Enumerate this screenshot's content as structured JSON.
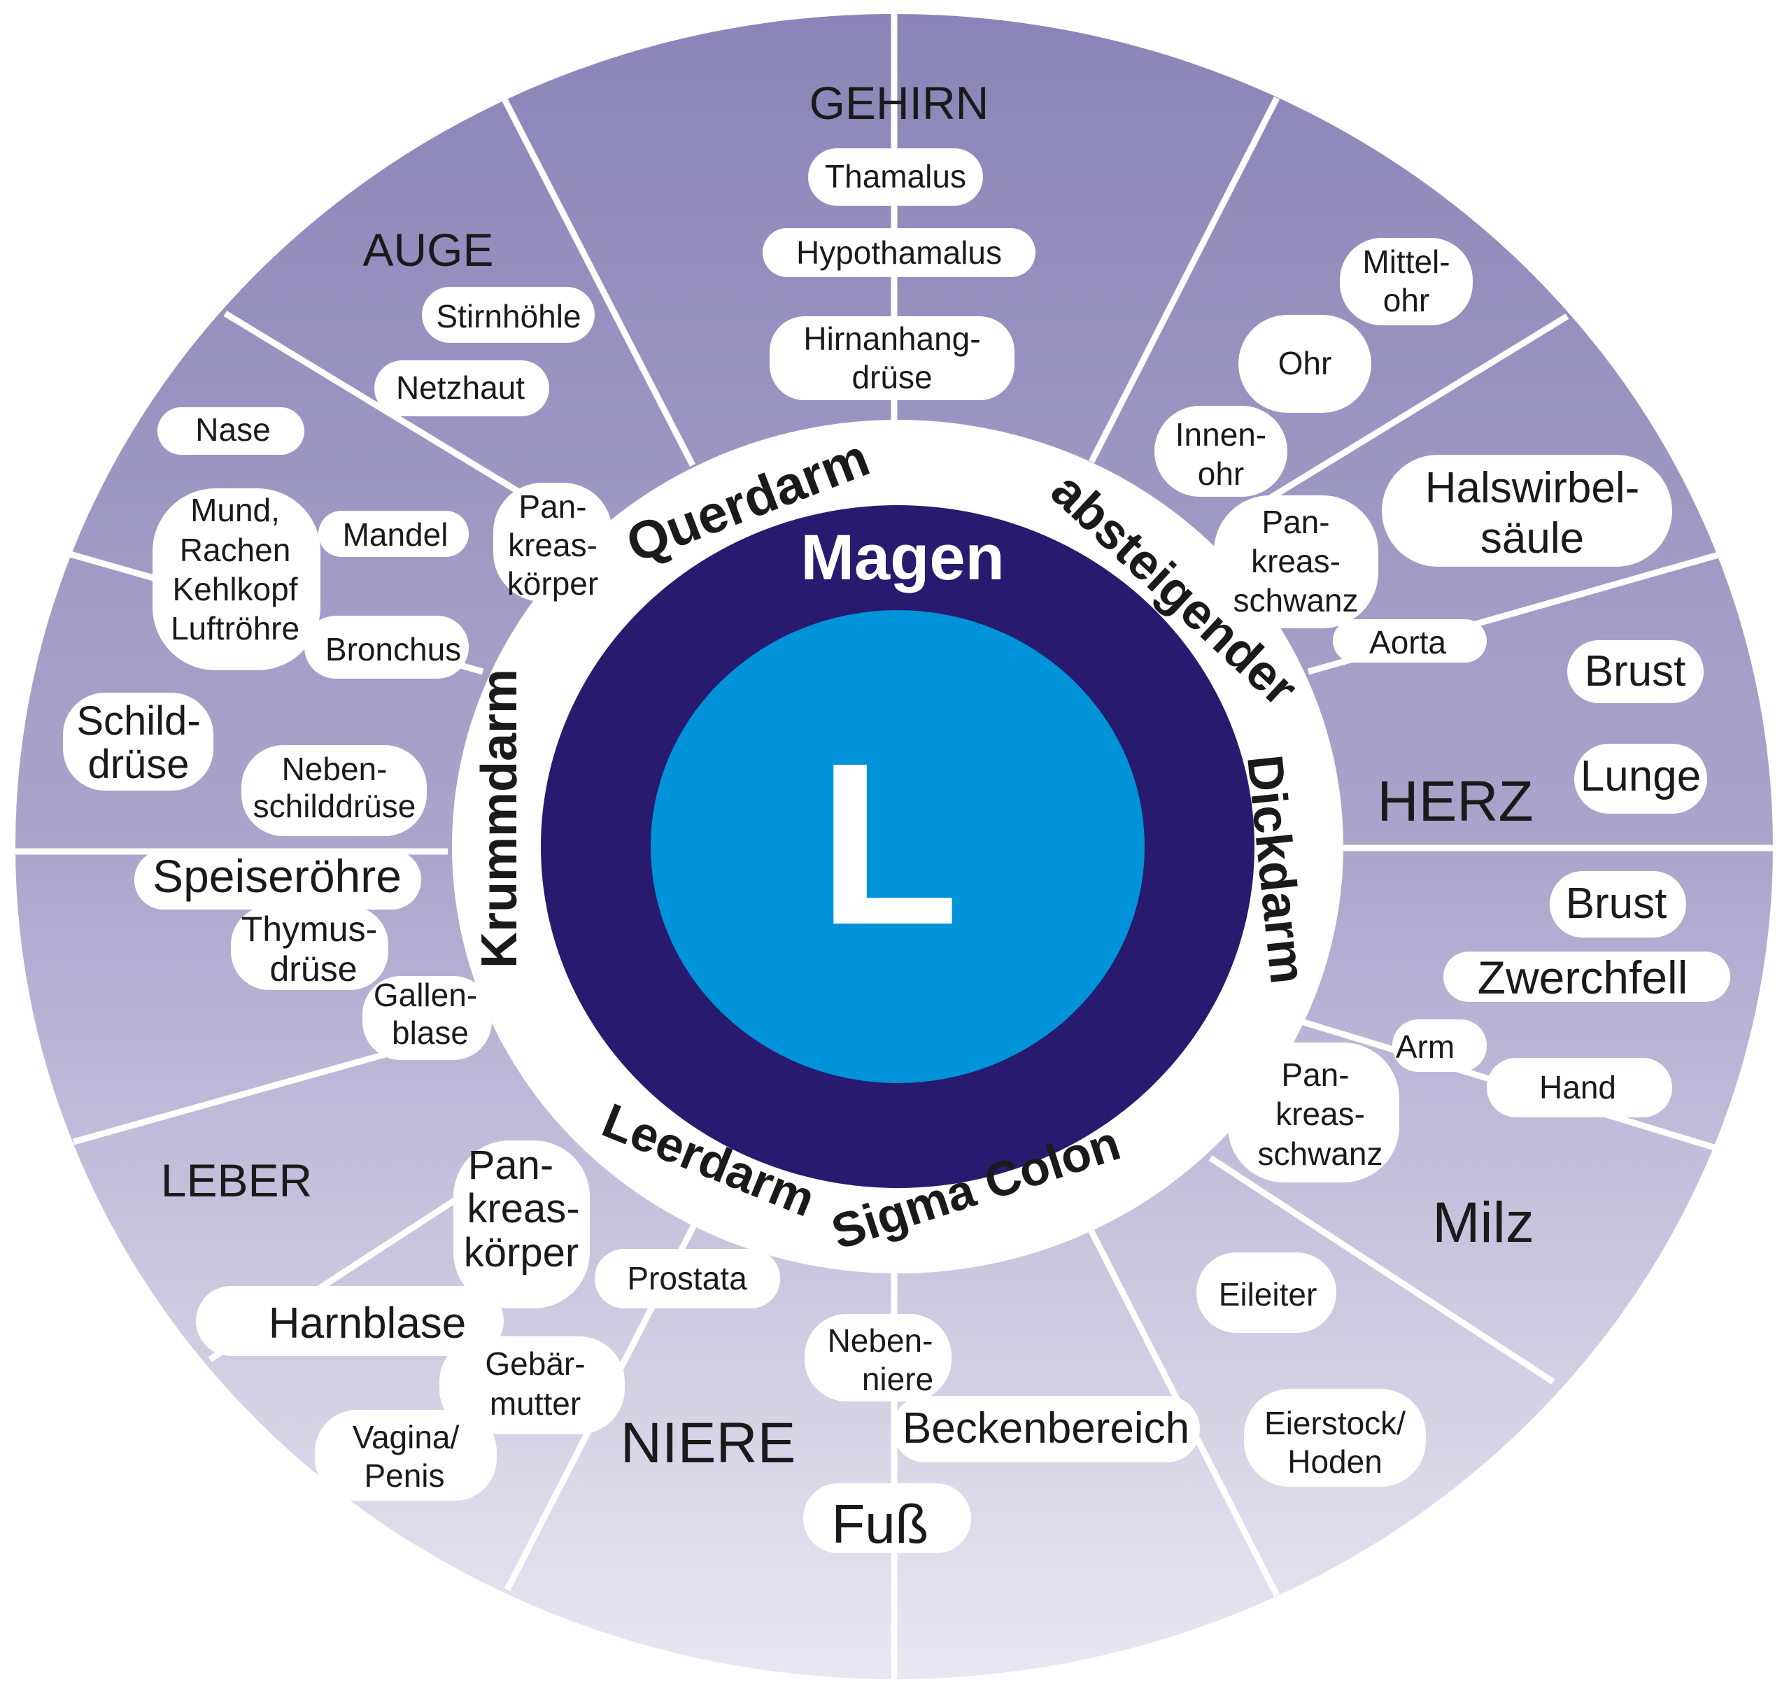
{
  "center": {
    "letter": "L",
    "stomach": "Magen"
  },
  "ring": {
    "querdarm": "Querdarm",
    "absteigender": "absteigender",
    "dickdarm": "Dickdarm",
    "krummdarm": "Krummdarm",
    "leerdarm": "Leerdarm",
    "sigma_colon": "Sigma Colon"
  },
  "sectors": {
    "gehirn": "GEHIRN",
    "auge": "AUGE",
    "herz": "HERZ",
    "milz": "Milz",
    "leber": "LEBER",
    "niere": "NIERE"
  },
  "labels": {
    "thamalus": "Thamalus",
    "hypothamalus": "Hypothamalus",
    "hirnanhang_1": "Hirnanhang-",
    "hirnanhang_2": "drüse",
    "stirnhoehle": "Stirnhöhle",
    "netzhaut": "Netzhaut",
    "nase": "Nase",
    "mund_1": "Mund,",
    "mund_2": "Rachen",
    "mund_3": "Kehlkopf",
    "mund_4": "Luftröhre",
    "mandel": "Mandel",
    "bronchus": "Bronchus",
    "pankreas_koerper_top_1": "Pan-",
    "pankreas_koerper_top_2": "kreas-",
    "pankreas_koerper_top_3": "körper",
    "schilddruese_1": "Schild-",
    "schilddruese_2": "drüse",
    "nebenschild_1": "Neben-",
    "nebenschild_2": "schilddrüse",
    "speiseroehre": "Speiseröhre",
    "thymus_1": "Thymus-",
    "thymus_2": "drüse",
    "gallenblase_1": "Gallen-",
    "gallenblase_2": "blase",
    "mittelohr_1": "Mittel-",
    "mittelohr_2": "ohr",
    "ohr": "Ohr",
    "innenohr_1": "Innen-",
    "innenohr_2": "ohr",
    "pankreasschwanz_top_1": "Pan-",
    "pankreasschwanz_top_2": "kreas-",
    "pankreasschwanz_top_3": "schwanz",
    "halswirbel_1": "Halswirbel-",
    "halswirbel_2": "säule",
    "aorta": "Aorta",
    "brust_top": "Brust",
    "lunge": "Lunge",
    "brust_bottom": "Brust",
    "zwerchfell": "Zwerchfell",
    "arm": "Arm",
    "hand": "Hand",
    "pankreasschwanz_bottom_1": "Pan-",
    "pankreasschwanz_bottom_2": "kreas-",
    "pankreasschwanz_bottom_3": "schwanz",
    "eileiter": "Eileiter",
    "eierstock_1": "Eierstock/",
    "eierstock_2": "Hoden",
    "nebenniere_1": "Neben-",
    "nebenniere_2": "niere",
    "beckenbereich": "Beckenbereich",
    "fuss": "Fuß",
    "prostata": "Prostata",
    "pankreas_koerper_bottom_1": "Pan-",
    "pankreas_koerper_bottom_2": "kreas-",
    "pankreas_koerper_bottom_3": "körper",
    "harnblase": "Harnblase",
    "gebaermutter_1": "Gebär-",
    "gebaermutter_2": "mutter",
    "vagina_1": "Vagina/",
    "vagina_2": "Penis"
  },
  "colors": {
    "outer_top": "#8d87ba",
    "outer_bottom": "#e6e4f0",
    "ring": "#ffffff",
    "inner_dark": "#281a6e",
    "center_blue": "#0093d9",
    "text": "#1a1a1a",
    "label_bg": "#ffffff"
  }
}
